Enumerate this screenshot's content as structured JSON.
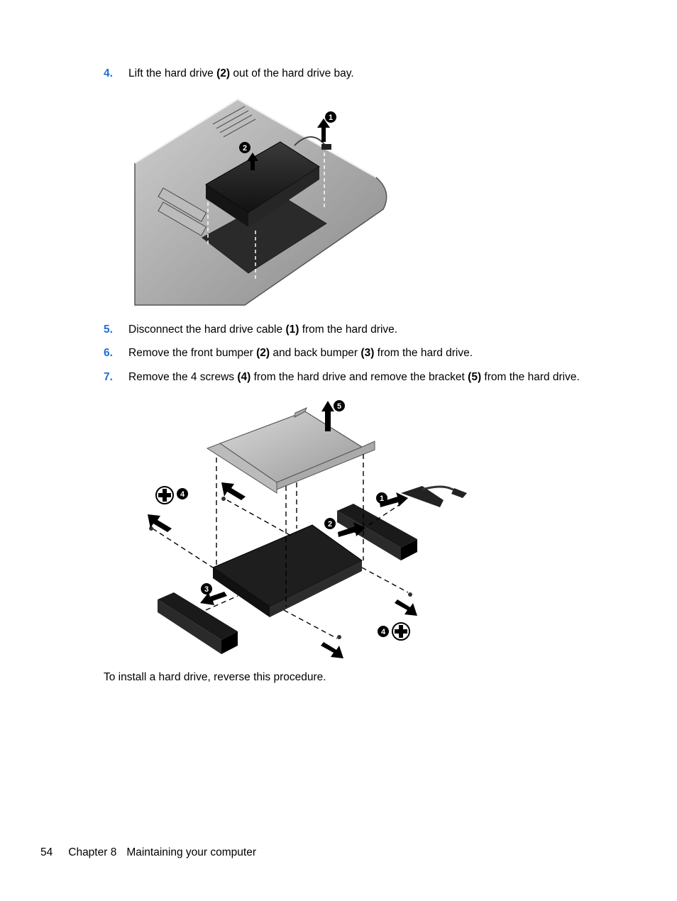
{
  "steps": [
    {
      "num": "4.",
      "parts": [
        "Lift the hard drive ",
        "(2)",
        " out of the hard drive bay.",
        "",
        ""
      ]
    },
    {
      "num": "5.",
      "parts": [
        "Disconnect the hard drive cable ",
        "(1)",
        " from the hard drive.",
        "",
        ""
      ]
    },
    {
      "num": "6.",
      "parts": [
        "Remove the front bumper ",
        "(2)",
        " and back bumper ",
        "(3)",
        " from the hard drive."
      ]
    },
    {
      "num": "7.",
      "parts": [
        "Remove the 4 screws ",
        "(4)",
        " from the hard drive and remove the bracket ",
        "(5)",
        " from the hard drive."
      ]
    }
  ],
  "figure1": {
    "callouts": [
      "1",
      "2"
    ]
  },
  "figure2": {
    "callouts": [
      "1",
      "2",
      "3",
      "4",
      "4",
      "5"
    ]
  },
  "closing": "To install a hard drive, reverse this procedure.",
  "footer": {
    "page": "54",
    "chapter": "Chapter 8",
    "title": "Maintaining your computer"
  },
  "colors": {
    "step_number": "#1f6fd6",
    "text": "#000000"
  }
}
